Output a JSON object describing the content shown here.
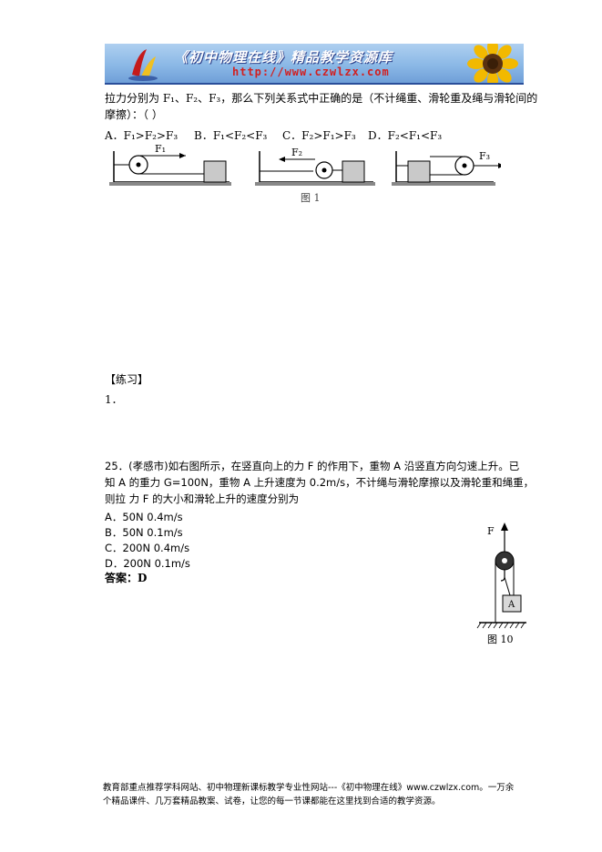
{
  "header": {
    "banner_title": "《初中物理在线》精品教学资源库",
    "banner_url": "http://www.czwlzx.com"
  },
  "q_prev": {
    "line1": "拉力分别为 F₁、F₂、F₃，那么下列关系式中正确的是（不计绳重、滑轮重及绳与滑轮间的",
    "line2": "摩擦）：（  ）",
    "options": [
      "A．F₁>F₂>F₃",
      "B．F₁<F₂<F₃",
      "C．F₂>F₁>F₃",
      "D．F₂<F₁<F₃"
    ],
    "fig_labels": [
      "F₁",
      "F₂",
      "F₃"
    ],
    "fig_caption": "图 1"
  },
  "practice": {
    "heading": "【练习】",
    "item1": "1．"
  },
  "q25": {
    "line1": "25．(孝感市)如右图所示，在竖直向上的力 F 的作用下，重物 A 沿竖直方向匀速上升。已",
    "line2": "知 A 的重力 G=100N，重物 A 上升速度为 0.2m/s，不计绳与滑轮摩擦以及滑轮重和绳重，",
    "line3": "则拉 力 F 的大小和滑轮上升的速度分别为",
    "options": [
      "A．50N  0.4m/s",
      "B．50N  0.1m/s",
      "C．200N  0.4m/s",
      "D．200N  0.1m/s"
    ],
    "answer": "答案：D",
    "fig_force": "F",
    "fig_block": "A",
    "fig_caption": "图 10"
  },
  "footer": {
    "line1": "教育部重点推荐学科网站、初中物理新课标教学专业性网站---《初中物理在线》www.czwlzx.com。一万余",
    "line2": "个精品课件、几万套精品教案、试卷，让您的每一节课都能在这里找到合适的教学资源。"
  }
}
